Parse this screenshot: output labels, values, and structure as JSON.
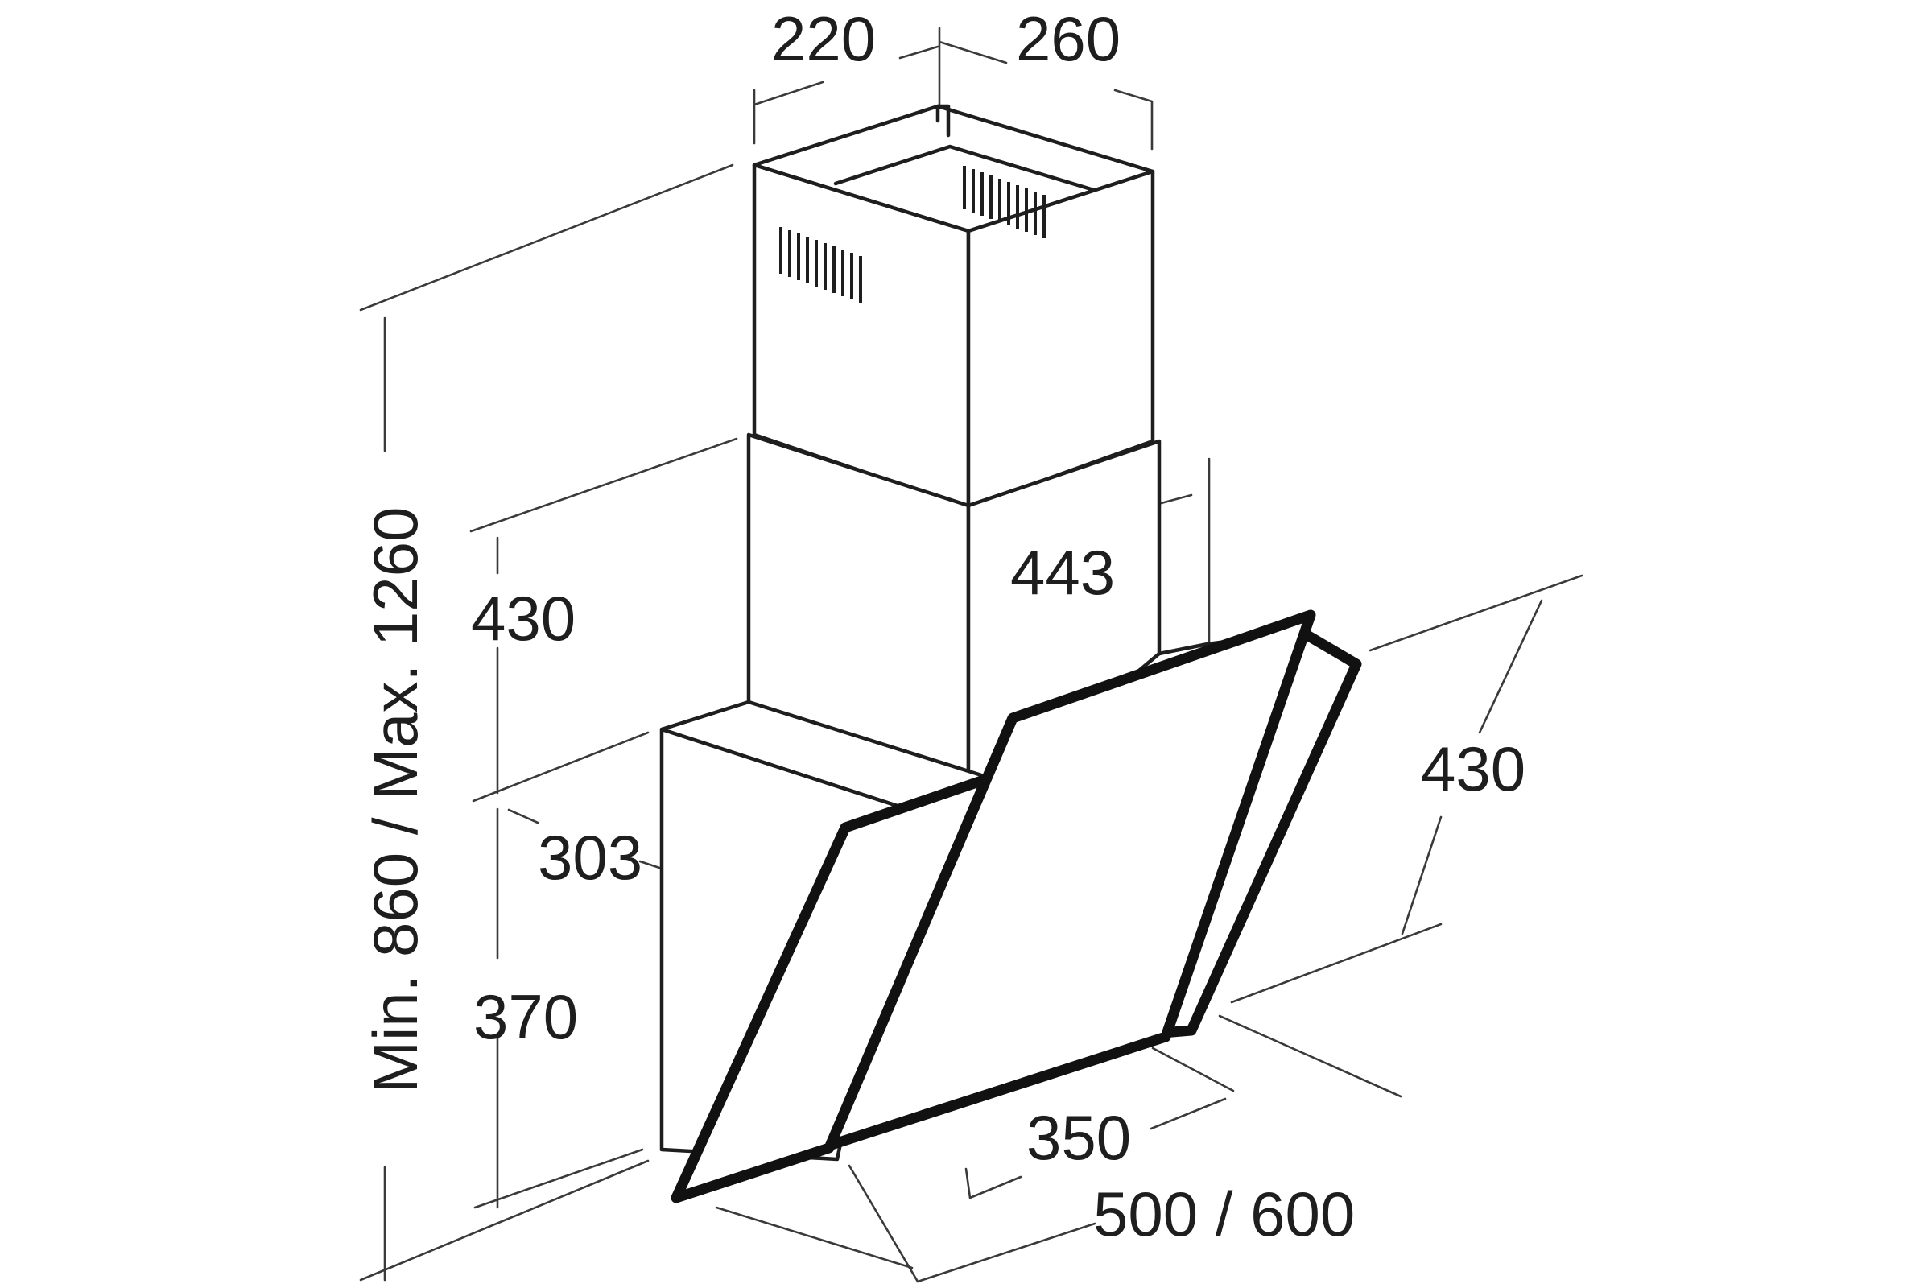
{
  "diagram": {
    "dimensions": {
      "chimney_width": "220",
      "chimney_depth": "260",
      "chimney_height": "430",
      "chimney_to_front": "443",
      "total_height": "Min. 860 / Max. 1260",
      "body_depth": "303",
      "body_height": "370",
      "glass_height": "430",
      "inner_width": "350",
      "total_width": "500 / 600"
    }
  }
}
